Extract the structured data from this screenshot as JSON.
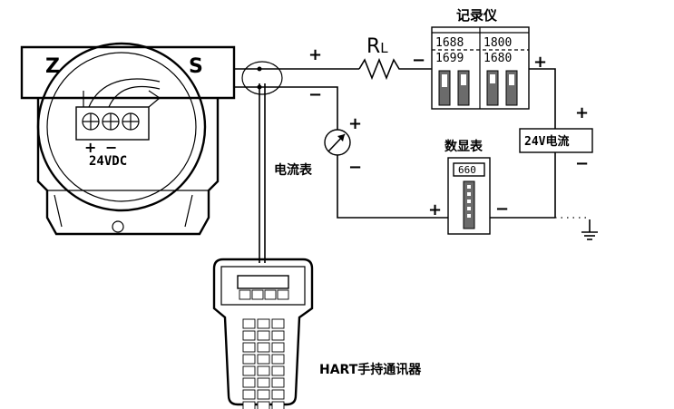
{
  "transmitter": {
    "left_label": "Z",
    "right_label": "S",
    "terminal_plus": "+",
    "terminal_minus": "−",
    "supply_label": "24VDC"
  },
  "resistor": {
    "label_main": "R",
    "label_sub": "L",
    "sign_left": "+",
    "sign_right": "−"
  },
  "recorder": {
    "title": "记录仪",
    "readings": [
      "1688",
      "1800",
      "1699",
      "1680"
    ],
    "sign_plus": "+"
  },
  "power_supply": {
    "label": "24V电流",
    "sign_plus": "+",
    "sign_minus": "−"
  },
  "ammeter": {
    "label": "电流表",
    "sign_plus": "+",
    "sign_minus": "−"
  },
  "digital_display": {
    "title": "数显表",
    "value": "660",
    "sign_plus": "+",
    "sign_minus": "−"
  },
  "loop_sign_minus": "−",
  "hart_communicator": {
    "label": "HART手持通讯器"
  }
}
